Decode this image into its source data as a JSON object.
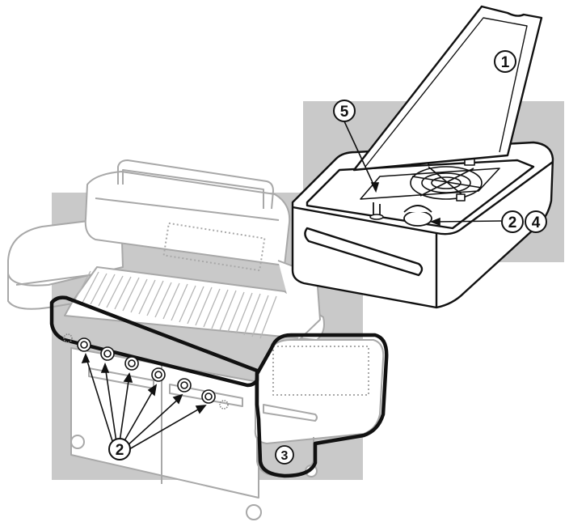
{
  "callouts": {
    "c1": "1",
    "c2_grill": "2",
    "c2_side": "2",
    "c3": "3",
    "c4": "4",
    "c5": "5"
  },
  "colors": {
    "background": "#ffffff",
    "shade_panel": "#c9c9c9",
    "faint_line": "#a8a8a8",
    "bold_line": "#111111",
    "unit_fill": "#ffffff"
  },
  "icons": {
    "grill": "gas-grill-illustration",
    "side_burner": "side-burner-illustration"
  }
}
